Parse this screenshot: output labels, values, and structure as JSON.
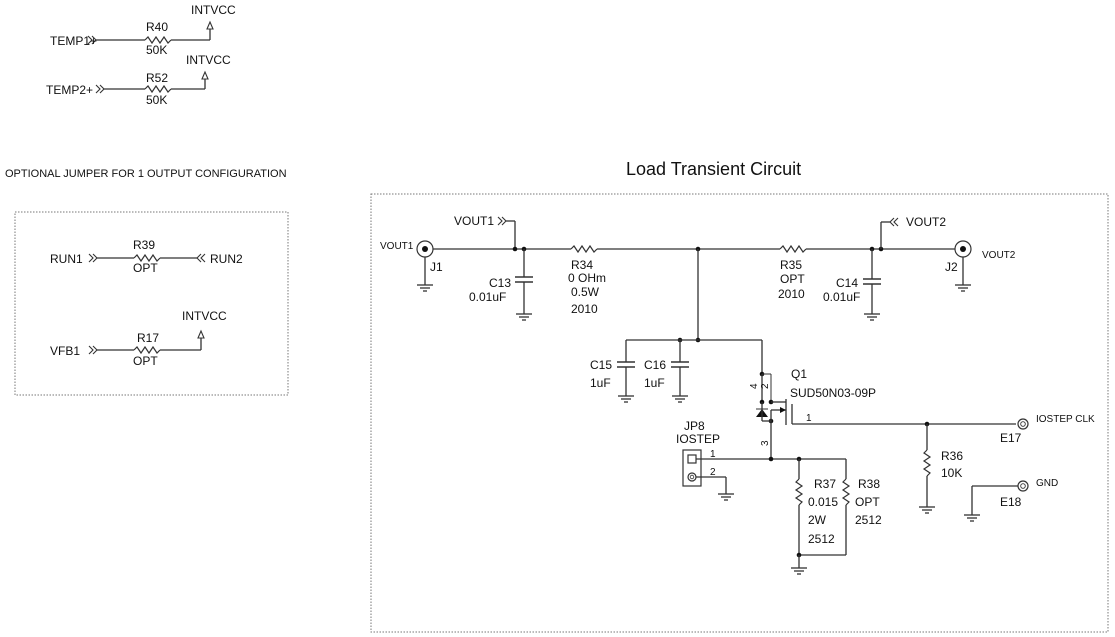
{
  "top": {
    "temp1": {
      "net": "TEMP1+",
      "ref": "R40",
      "value": "50K",
      "rail": "INTVCC"
    },
    "temp2": {
      "net": "TEMP2+",
      "ref": "R52",
      "value": "50K",
      "rail": "INTVCC"
    }
  },
  "optional": {
    "title": "OPTIONAL JUMPER FOR 1 OUTPUT CONFIGURATION",
    "run": {
      "net_left": "RUN1",
      "net_right": "RUN2",
      "ref": "R39",
      "value": "OPT"
    },
    "vfb": {
      "net": "VFB1",
      "ref": "R17",
      "value": "OPT",
      "rail": "INTVCC"
    }
  },
  "load": {
    "title": "Load Transient Circuit",
    "j1": {
      "ref": "J1",
      "label": "VOUT1"
    },
    "vout1_net": "VOUT1",
    "c13": {
      "ref": "C13",
      "value": "0.01uF"
    },
    "r34": {
      "ref": "R34",
      "value": "0 OHm",
      "power": "0.5W",
      "pkg": "2010"
    },
    "r35": {
      "ref": "R35",
      "value": "OPT",
      "pkg": "2010"
    },
    "c14": {
      "ref": "C14",
      "value": "0.01uF"
    },
    "vout2_net": "VOUT2",
    "j2": {
      "ref": "J2",
      "label": "VOUT2"
    },
    "c15": {
      "ref": "C15",
      "value": "1uF"
    },
    "c16": {
      "ref": "C16",
      "value": "1uF"
    },
    "q1": {
      "ref": "Q1",
      "part": "SUD50N03-09P",
      "pins": [
        "4",
        "2",
        "1",
        "3"
      ]
    },
    "jp8": {
      "ref": "JP8",
      "name": "IOSTEP",
      "pins": [
        "1",
        "2"
      ]
    },
    "r37": {
      "ref": "R37",
      "value": "0.015",
      "power": "2W",
      "pkg": "2512"
    },
    "r38": {
      "ref": "R38",
      "value": "OPT",
      "pkg": "2512"
    },
    "r36": {
      "ref": "R36",
      "value": "10K"
    },
    "e17": {
      "ref": "E17",
      "label": "IOSTEP CLK"
    },
    "e18": {
      "ref": "E18",
      "label": "GND"
    }
  }
}
